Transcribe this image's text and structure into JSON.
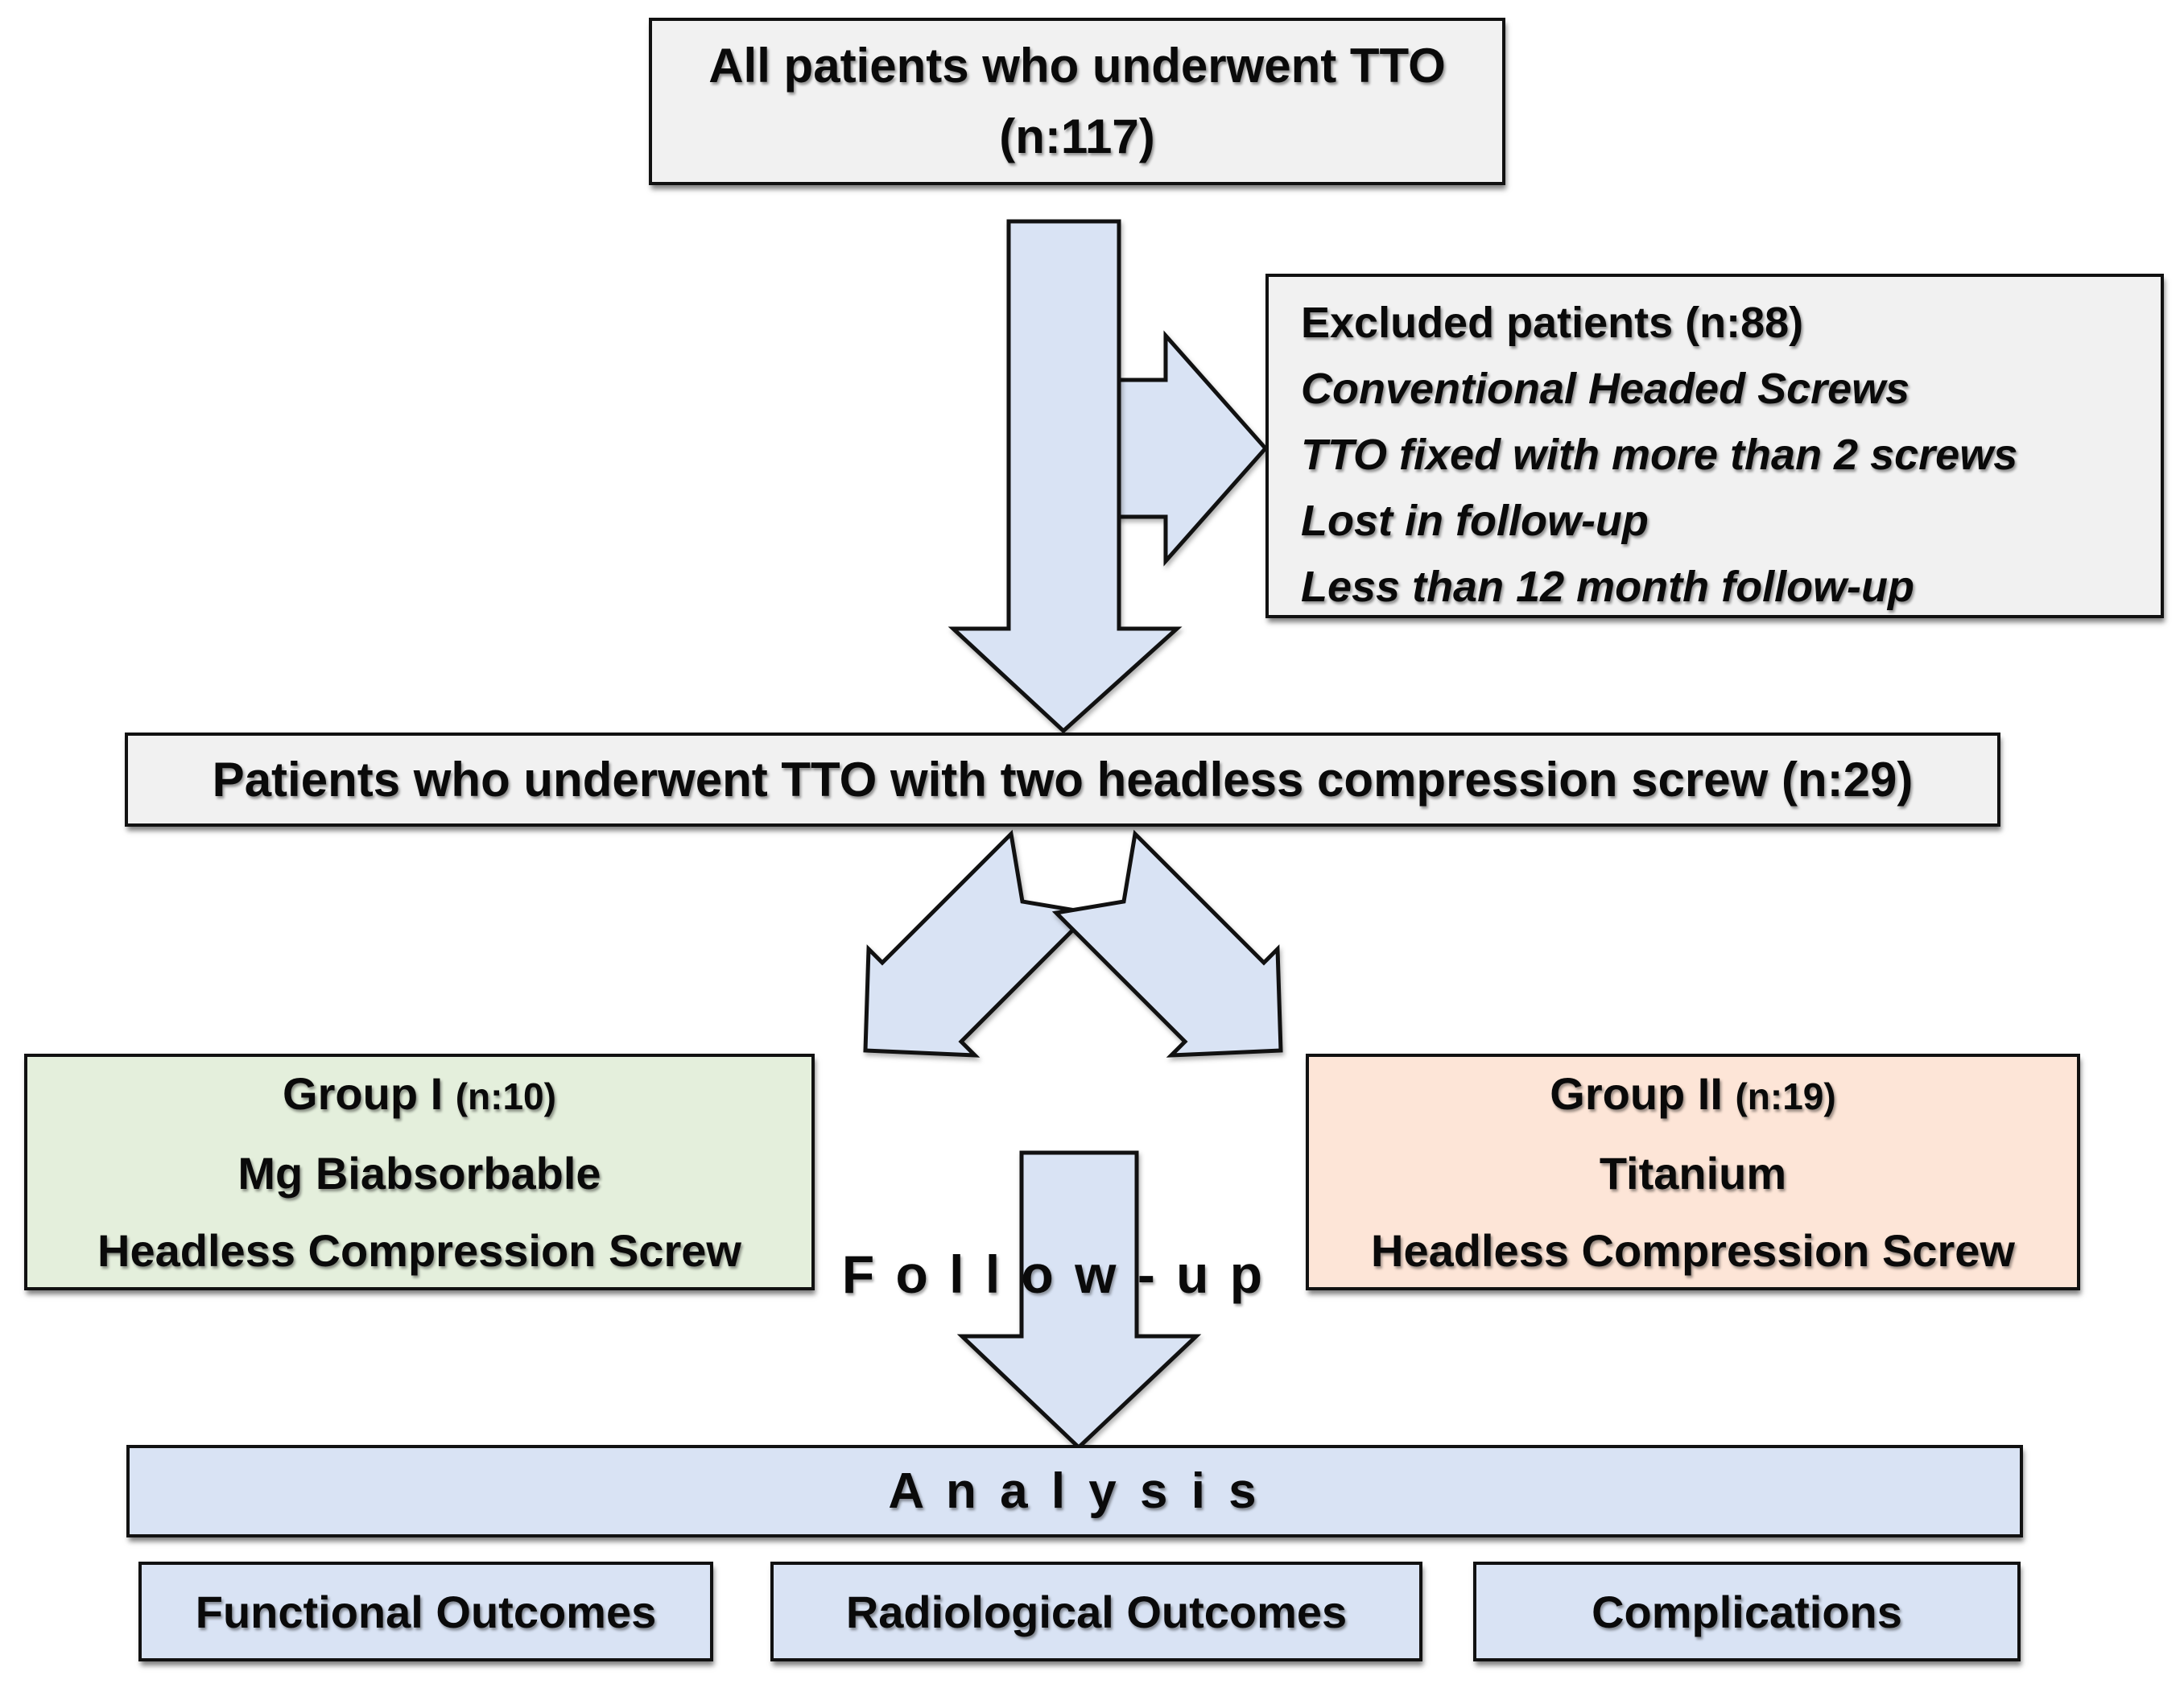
{
  "diagram": {
    "top_box": {
      "line1": "All patients who underwent TTO",
      "line2": "(n:117)"
    },
    "excluded_box": {
      "title": "Excluded patients (n:88)",
      "items": [
        "Conventional Headed Screws",
        "TTO fixed with more than 2 screws",
        "Lost in follow-up",
        "Less than 12 month follow-up"
      ]
    },
    "included_box": {
      "text": "Patients who underwent TTO with two headless compression screw (n:29)"
    },
    "group1_box": {
      "title": "Group I",
      "n": "(n:10)",
      "material": "Mg Biabsorbable",
      "screw_type": "Headless Compression Screw"
    },
    "group2_box": {
      "title": "Group II",
      "n": "(n:19)",
      "material": "Titanium",
      "screw_type": "Headless Compression Screw"
    },
    "followup_label": "F o l l o w - u p",
    "analysis_label": "A n a l y s i s",
    "outcomes": [
      "Functional Outcomes",
      "Radiological Outcomes",
      "Complications"
    ],
    "colors": {
      "box_gray": "#f1f1f1",
      "group1_green": "#e4efdc",
      "group2_peach": "#fde5d7",
      "blue_fill": "#d9e3f4",
      "arrow_fill": "#d9e3f4",
      "border": "#111111"
    }
  }
}
